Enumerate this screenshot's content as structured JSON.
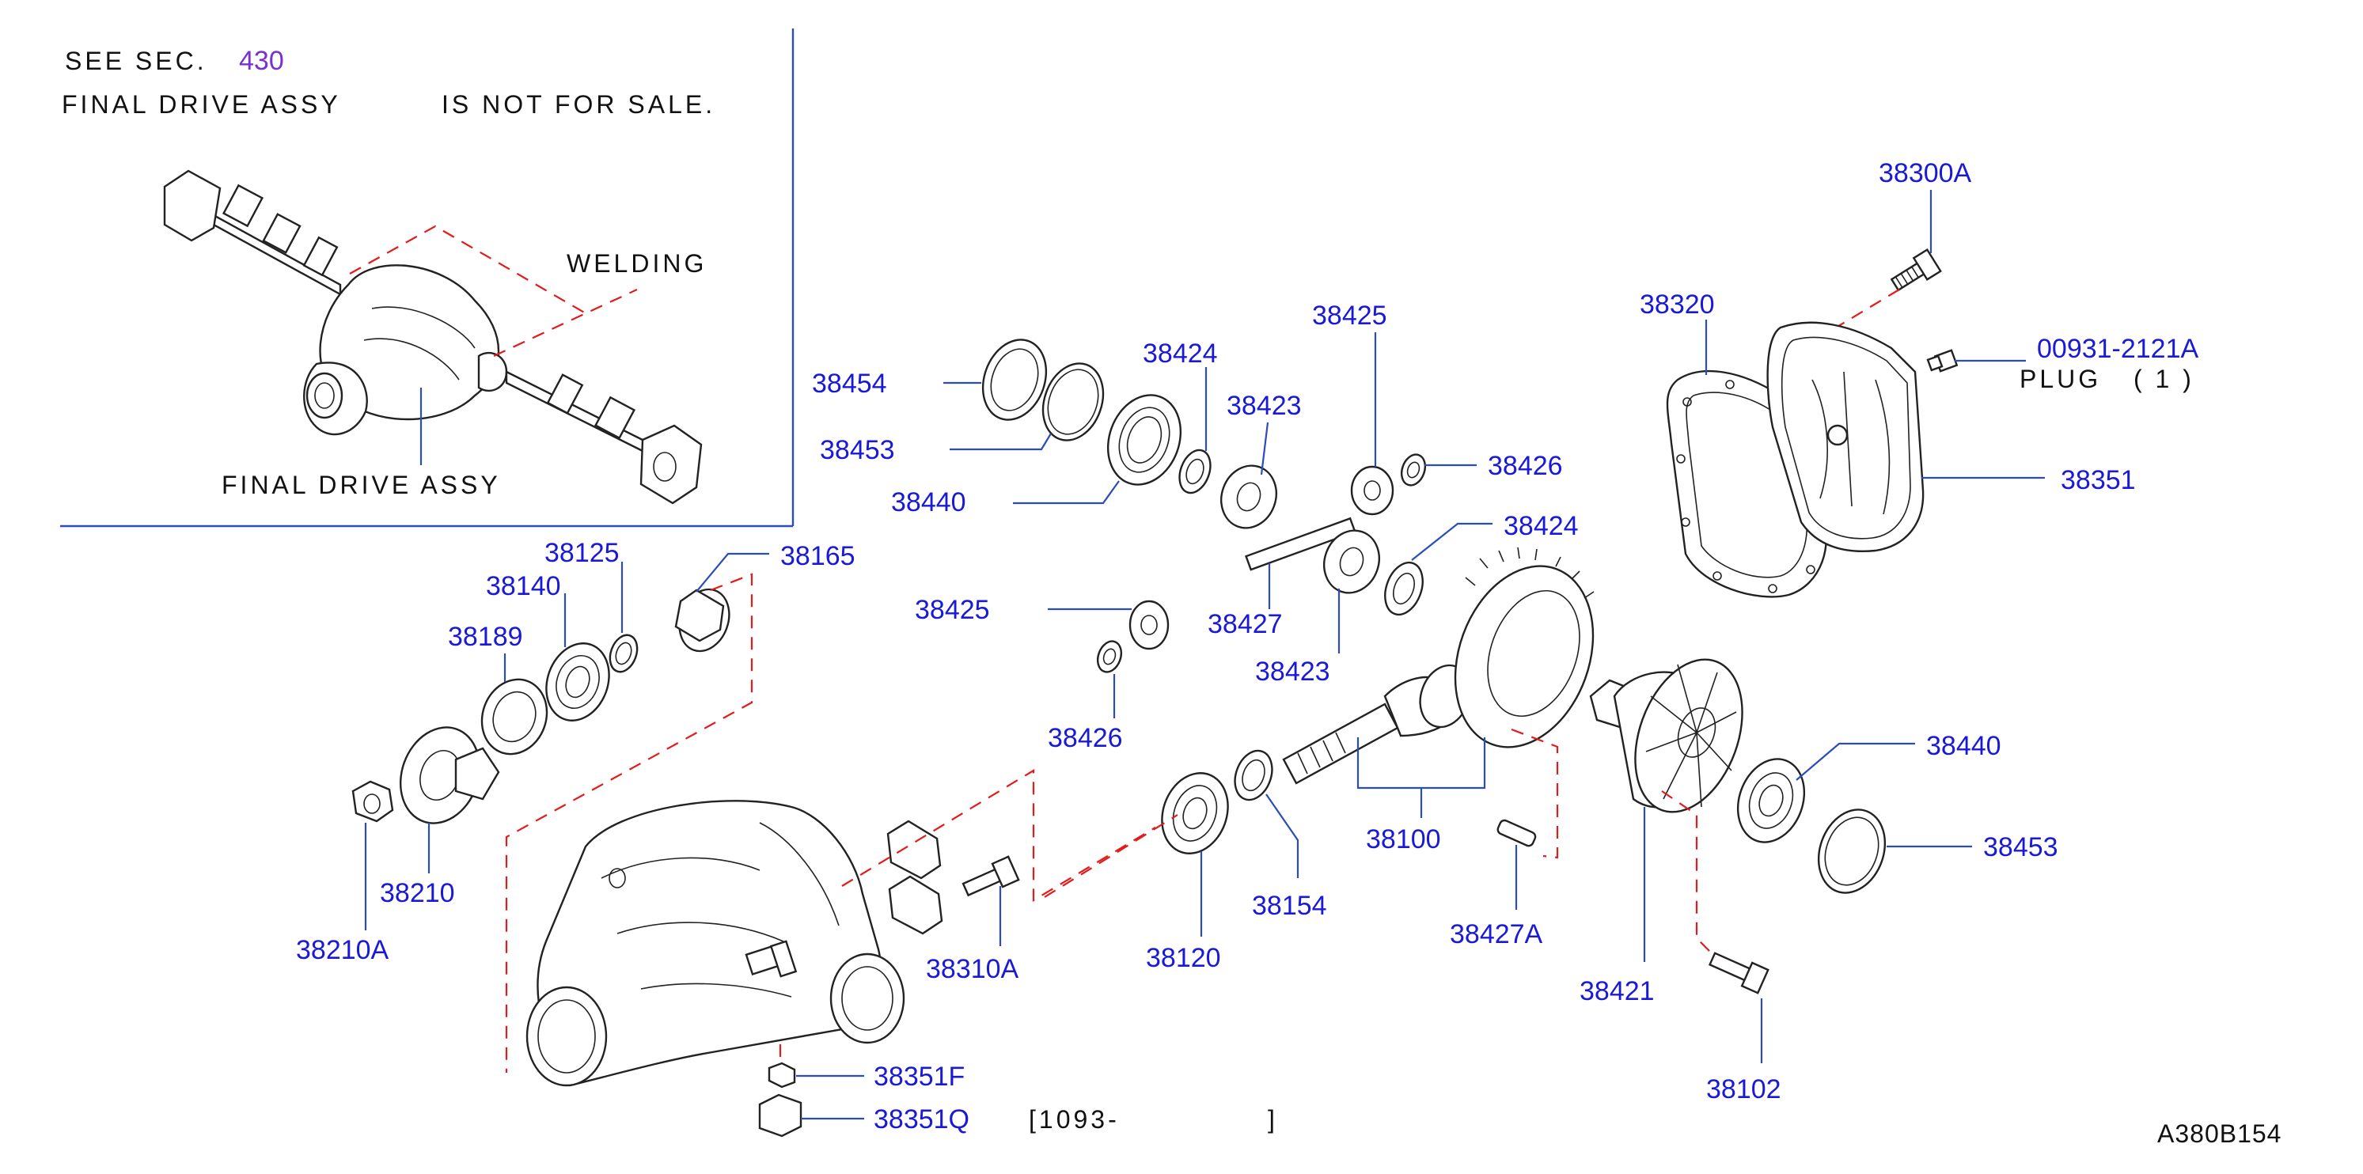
{
  "header": {
    "see_sec": "SEE  SEC.",
    "sec_number": "430",
    "not_for_sale_part": "FINAL  DRIVE  ASSY",
    "not_for_sale_text": "IS  NOT  FOR  SALE.",
    "welding": "WELDING",
    "final_drive_assy": "FINAL  DRIVE  ASSY"
  },
  "plug": {
    "label": "PLUG",
    "qty": "(  1  )"
  },
  "range_note": {
    "text": "[1093-",
    "close": "]"
  },
  "diagram_code": "A380B154",
  "colors": {
    "label": "#1a1ad6",
    "section": "#7a2fd0",
    "leader": "#2a4db8",
    "dashed": "#e21b1b",
    "line": "#222222"
  },
  "part_labels": {
    "p38300A": "38300A",
    "p38320": "38320",
    "p00931": "00931-2121A",
    "p38351": "38351",
    "p38454": "38454",
    "p38453a": "38453",
    "p38440a": "38440",
    "p38424a": "38424",
    "p38423a": "38423",
    "p38425a": "38425",
    "p38426a": "38426",
    "p38424b": "38424",
    "p38427": "38427",
    "p38423b": "38423",
    "p38425b": "38425",
    "p38426b": "38426",
    "p38125": "38125",
    "p38140": "38140",
    "p38165": "38165",
    "p38189": "38189",
    "p38210": "38210",
    "p38210A": "38210A",
    "p38310A": "38310A",
    "p38351F": "38351F",
    "p38351Q": "38351Q",
    "p38120": "38120",
    "p38154": "38154",
    "p38100": "38100",
    "p38427A": "38427A",
    "p38421": "38421",
    "p38440b": "38440",
    "p38453b": "38453",
    "p38102": "38102"
  }
}
